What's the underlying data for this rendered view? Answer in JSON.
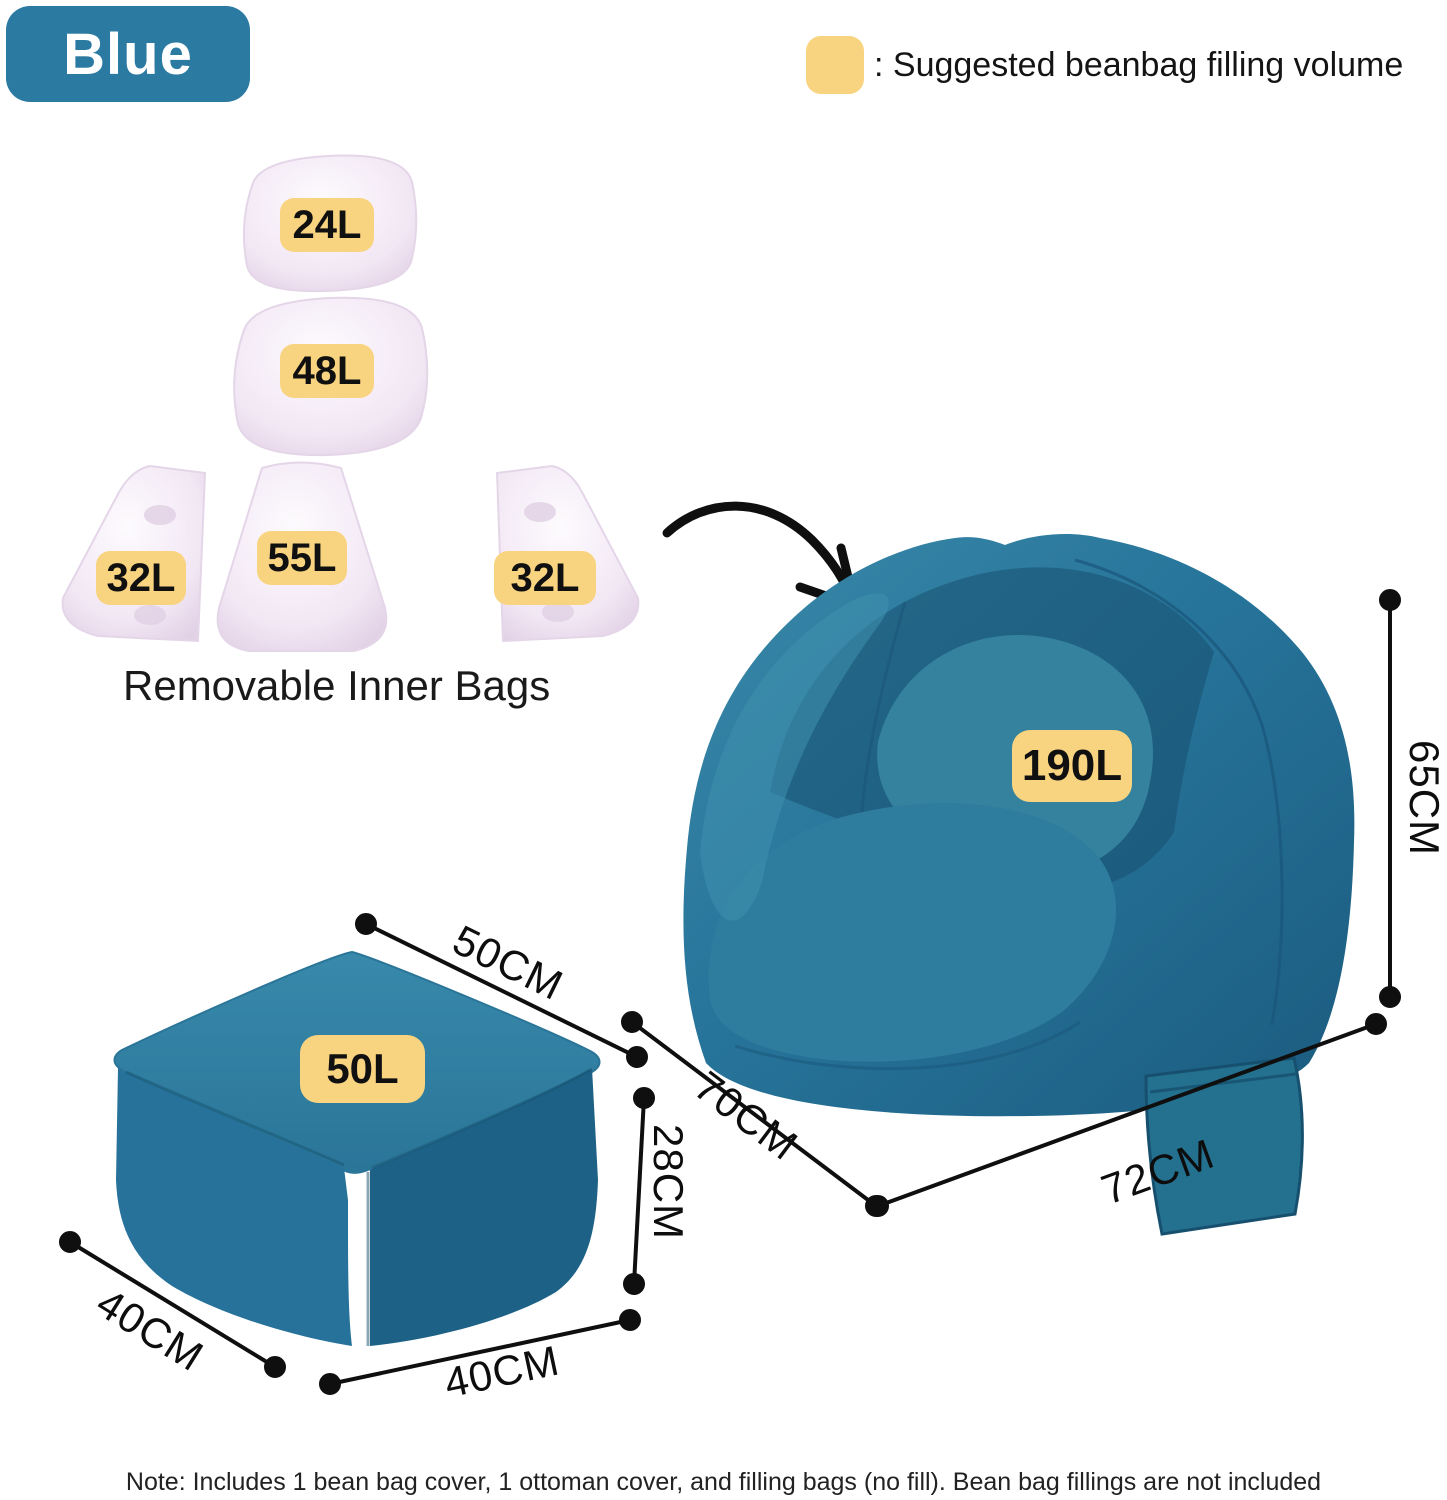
{
  "header": {
    "color_badge": "Blue",
    "legend": {
      "swatch_color": "#F9D480",
      "text": ": Suggested beanbag filling volume"
    }
  },
  "inner_bags": {
    "caption": "Removable Inner Bags",
    "items": [
      {
        "id": "bag-24l",
        "volume": "24L"
      },
      {
        "id": "bag-48l",
        "volume": "48L"
      },
      {
        "id": "bag-32l-left",
        "volume": "32L"
      },
      {
        "id": "bag-55l",
        "volume": "55L"
      },
      {
        "id": "bag-32l-right",
        "volume": "32L"
      }
    ]
  },
  "chair": {
    "volume": "190L",
    "dimensions": {
      "height": "65CM",
      "depth": "70CM",
      "width": "72CM"
    }
  },
  "ottoman": {
    "volume": "50L",
    "dimensions": {
      "top": "50CM",
      "height": "28CM",
      "side": "40CM",
      "front": "40CM"
    }
  },
  "note": "Note: Includes 1 bean bag cover, 1 ottoman cover, and filling bags (no fill). Bean bag fillings are not included",
  "colors": {
    "badge_blue": "#2B7AA2",
    "label_yellow": "#F9D480",
    "fabric_teal": "#27749A",
    "fabric_dark": "#1B5B7F",
    "fabric_light": "#3A89A9",
    "inner_bag_lavender": "#F2E7F4",
    "line_black": "#111111"
  }
}
